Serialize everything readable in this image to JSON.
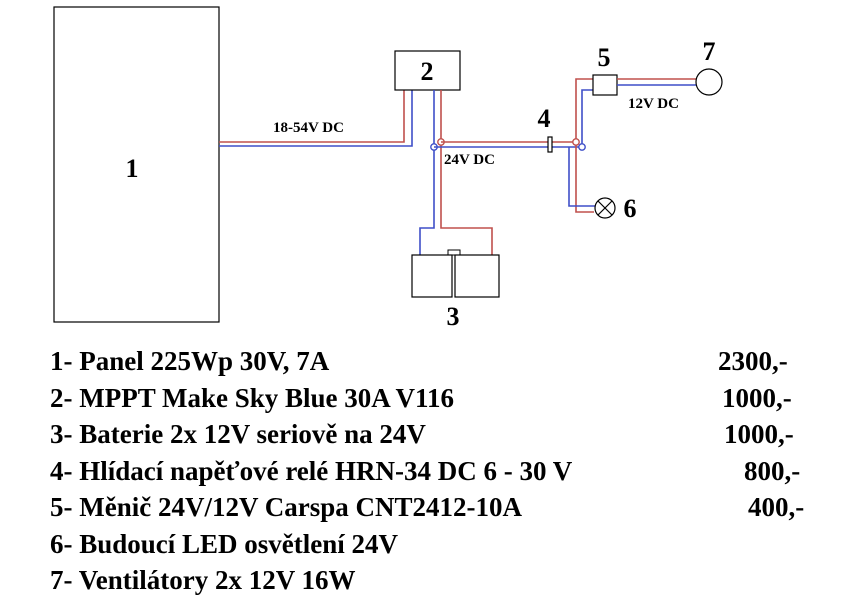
{
  "diagram": {
    "node_labels": {
      "panel": "1",
      "mppt": "2",
      "battery": "3",
      "relay": "4",
      "converter": "5",
      "led": "6",
      "fan": "7"
    },
    "wire_labels": {
      "panel_to_mppt": "18-54V DC",
      "mppt_output": "24V DC",
      "converter_output": "12V DC"
    },
    "colors": {
      "positive_wire": "#c0504d",
      "negative_wire": "#3f4fc8",
      "outline": "#000000"
    }
  },
  "parts": [
    {
      "label": "1- Panel 225Wp 30V, 7A",
      "price": "2300,-"
    },
    {
      "label": "2- MPPT Make Sky Blue 30A V116",
      "price": "1000,-"
    },
    {
      "label": "3- Baterie 2x 12V seriově na 24V",
      "price": "1000,-"
    },
    {
      "label": "4- Hlídací napěťové relé HRN-34 DC 6 - 30 V",
      "price": "800,-"
    },
    {
      "label": "5- Měnič 24V/12V Carspa CNT2412-10A",
      "price": "400,-"
    },
    {
      "label": "6- Budoucí LED osvětlení 24V",
      "price": ""
    },
    {
      "label": "7- Ventilátory 2x 12V 16W",
      "price": ""
    }
  ]
}
